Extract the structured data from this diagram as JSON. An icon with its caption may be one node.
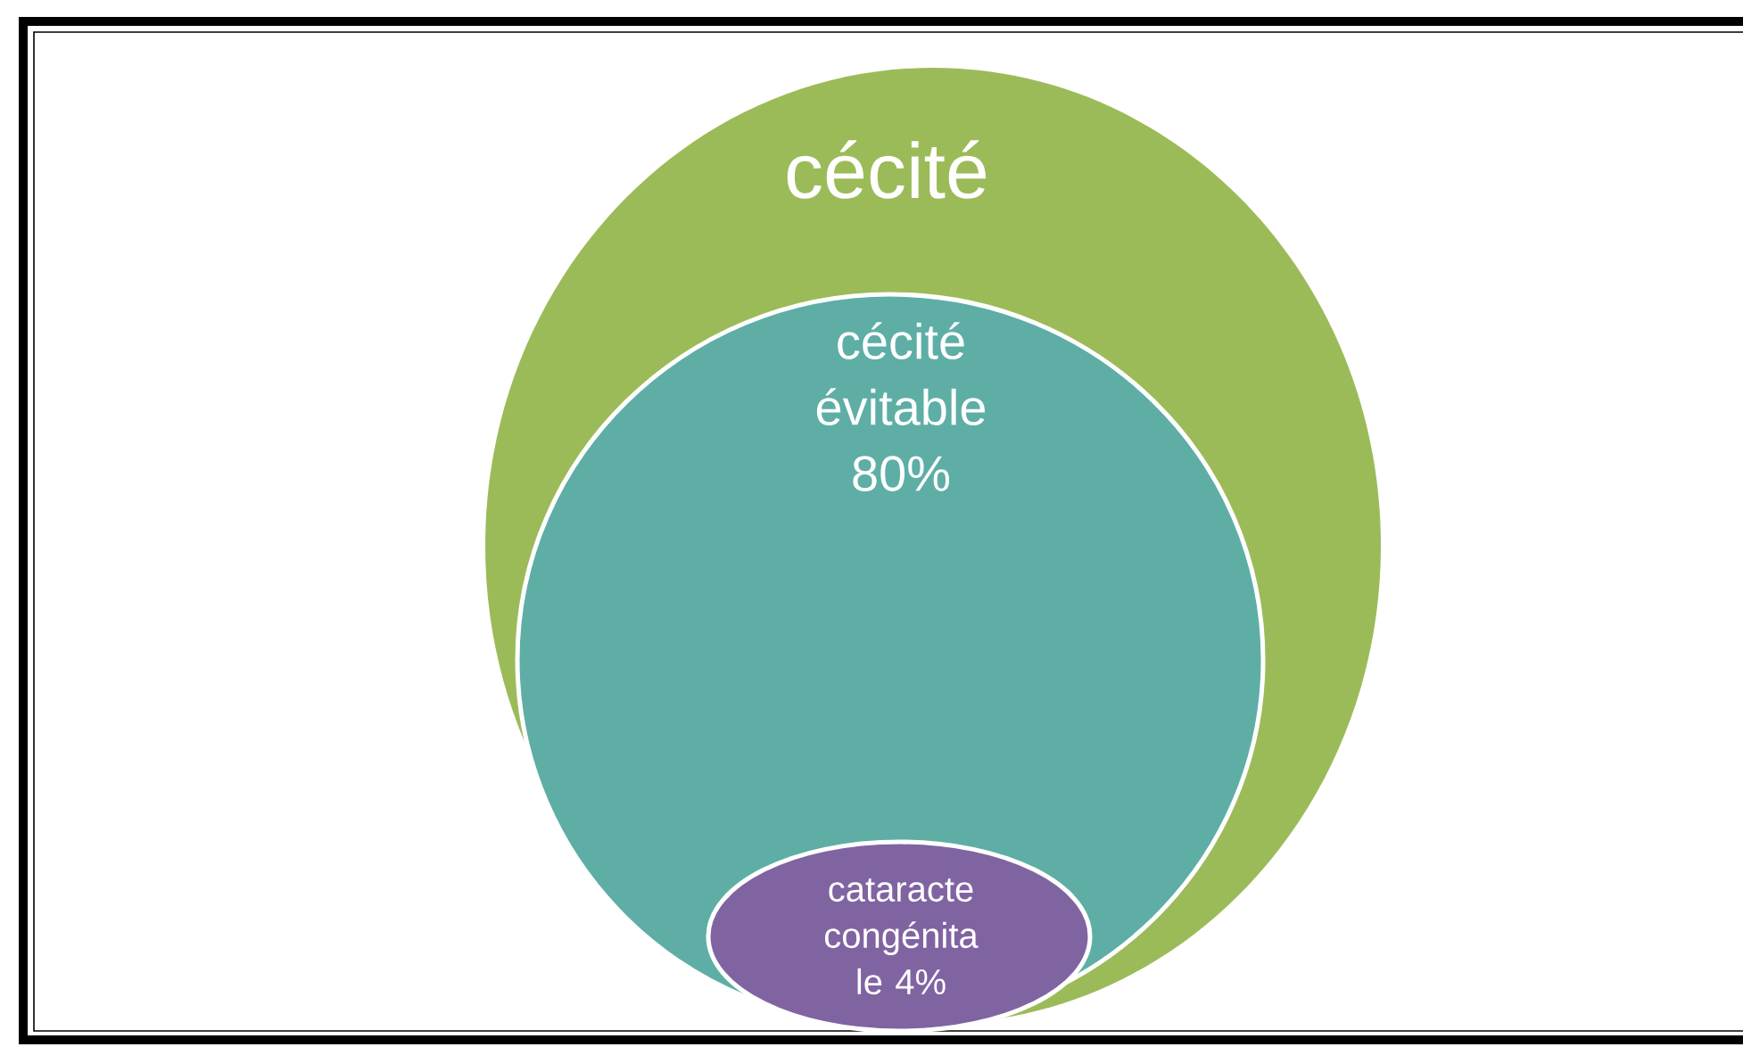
{
  "diagram": {
    "nodes": [
      {
        "text": [
          "cécité"
        ]
      },
      {
        "text": [
          "cécité évitable 80%"
        ],
        "in": 0
      },
      {
        "text": [
          "cataracte congénita le 4%"
        ],
        "in": 1
      }
    ]
  }
}
